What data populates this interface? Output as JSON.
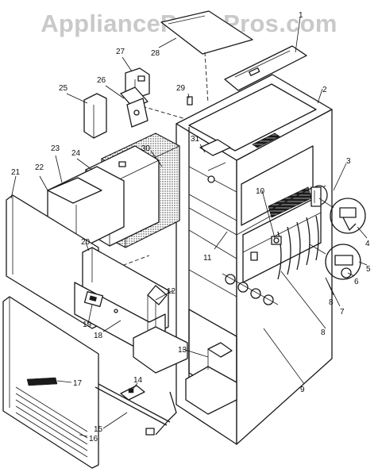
{
  "watermark": "AppliancePartsPros.com",
  "callouts": [
    "1",
    "2",
    "3",
    "4",
    "5",
    "6",
    "7",
    "8",
    "8",
    "9",
    "10",
    "11",
    "12",
    "13",
    "14",
    "15",
    "16",
    "17",
    "18",
    "19",
    "20",
    "21",
    "22",
    "23",
    "24",
    "25",
    "26",
    "27",
    "28",
    "29",
    "30",
    "31"
  ]
}
